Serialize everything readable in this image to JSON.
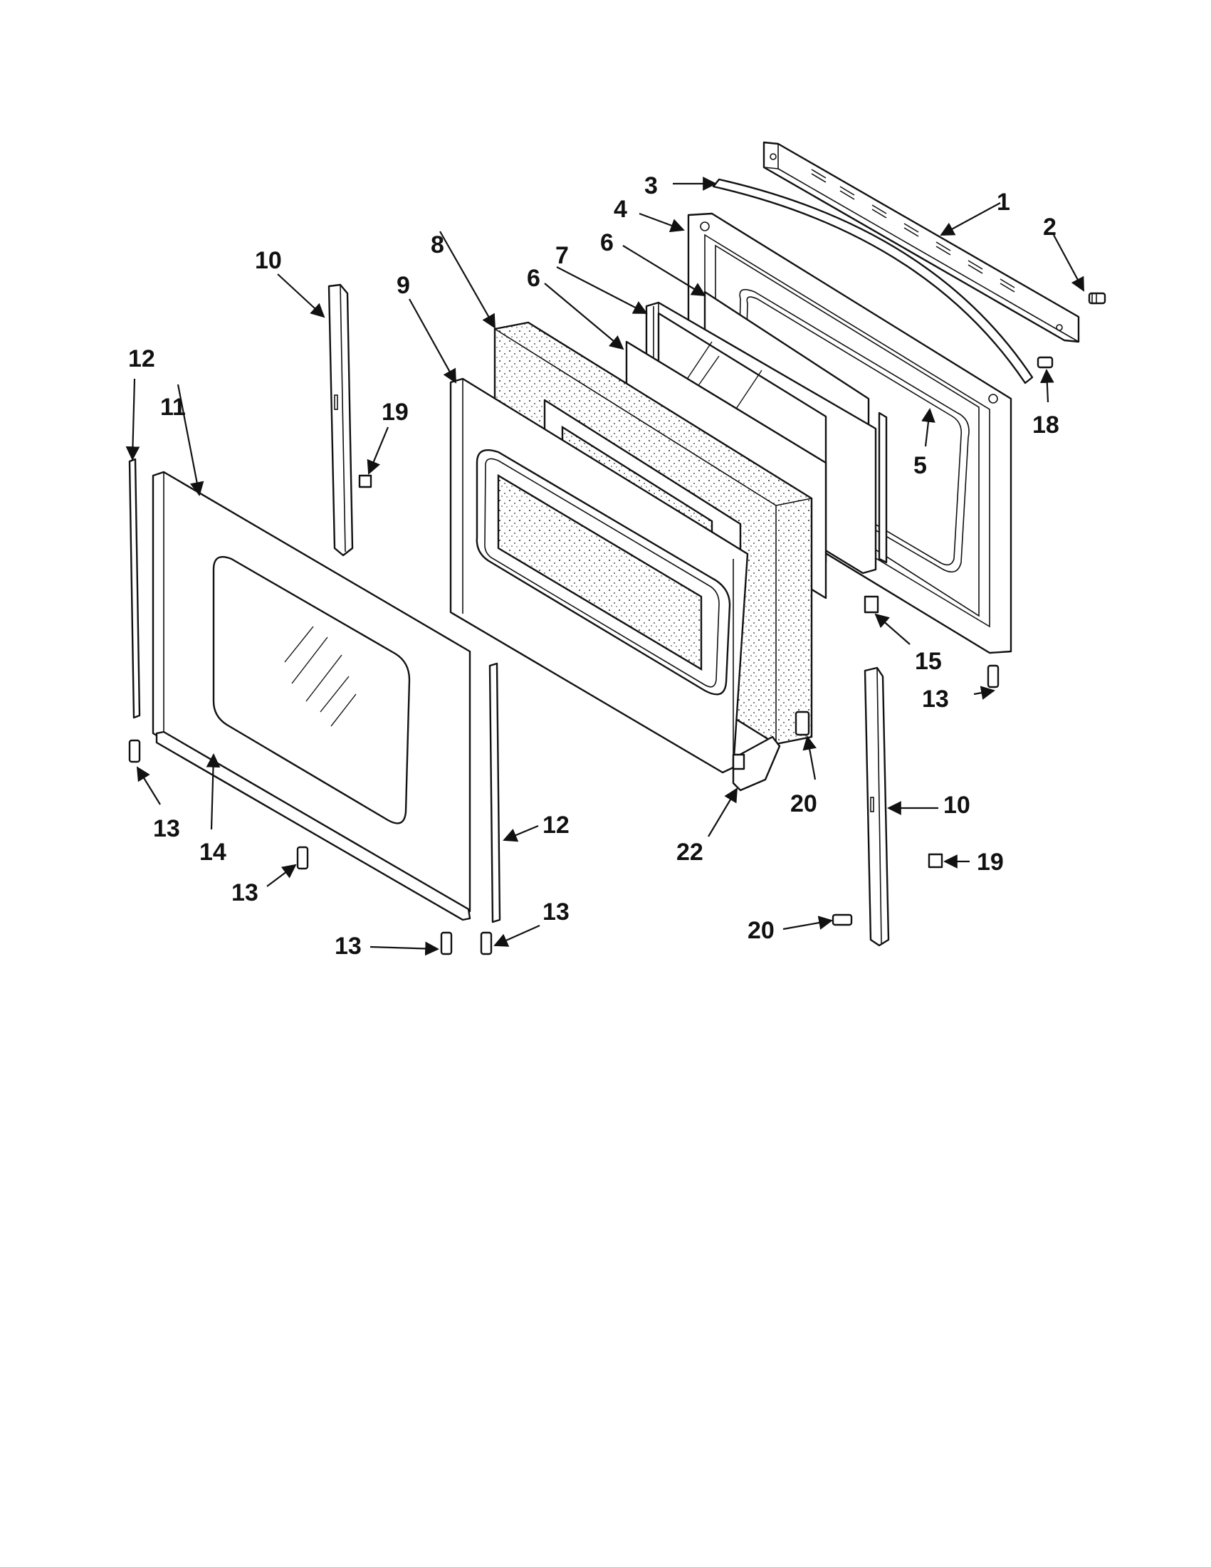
{
  "diagram": {
    "accent": "#111111",
    "background": "#ffffff",
    "callouts": [
      {
        "id": "c1",
        "label": "1"
      },
      {
        "id": "c2",
        "label": "2"
      },
      {
        "id": "c3",
        "label": "3"
      },
      {
        "id": "c4",
        "label": "4"
      },
      {
        "id": "c5",
        "label": "5"
      },
      {
        "id": "c6a",
        "label": "6"
      },
      {
        "id": "c6b",
        "label": "6"
      },
      {
        "id": "c7",
        "label": "7"
      },
      {
        "id": "c8",
        "label": "8"
      },
      {
        "id": "c9",
        "label": "9"
      },
      {
        "id": "c10a",
        "label": "10"
      },
      {
        "id": "c10b",
        "label": "10"
      },
      {
        "id": "c11",
        "label": "11"
      },
      {
        "id": "c12a",
        "label": "12"
      },
      {
        "id": "c12b",
        "label": "12"
      },
      {
        "id": "c13a",
        "label": "13"
      },
      {
        "id": "c13b",
        "label": "13"
      },
      {
        "id": "c13c",
        "label": "13"
      },
      {
        "id": "c13d",
        "label": "13"
      },
      {
        "id": "c13e",
        "label": "13"
      },
      {
        "id": "c14",
        "label": "14"
      },
      {
        "id": "c15",
        "label": "15"
      },
      {
        "id": "c18",
        "label": "18"
      },
      {
        "id": "c19a",
        "label": "19"
      },
      {
        "id": "c19b",
        "label": "19"
      },
      {
        "id": "c20a",
        "label": "20"
      },
      {
        "id": "c20b",
        "label": "20"
      },
      {
        "id": "c22",
        "label": "22"
      }
    ]
  }
}
